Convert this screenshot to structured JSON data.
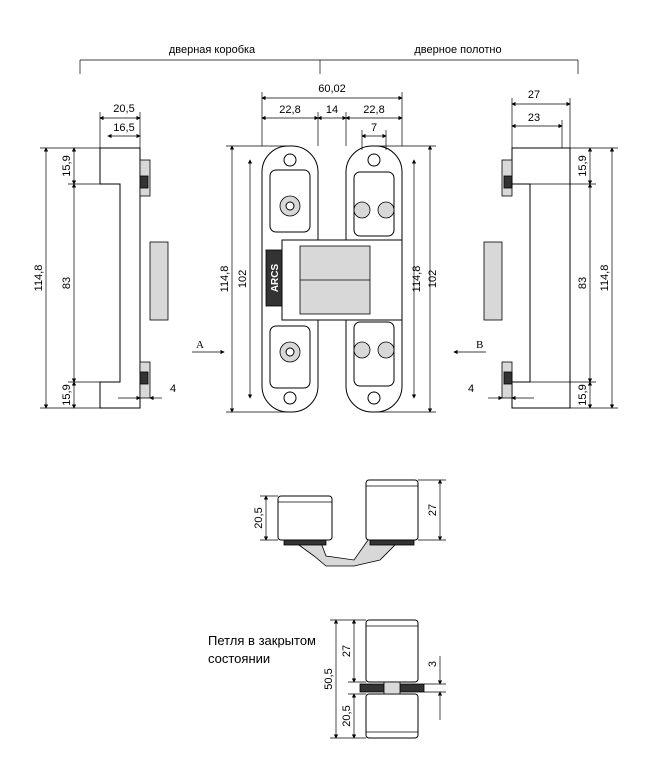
{
  "headers": {
    "door_frame": "дверная коробка",
    "door_leaf": "дверное полотно"
  },
  "brand": "ARCS",
  "view_markers": {
    "a": "A",
    "b": "B"
  },
  "closed_note": "Петля в закрытом состоянии",
  "dims": {
    "side_left_width": "20,5",
    "side_left_inner": "16,5",
    "side_left_top": "15,9",
    "side_left_mid": "83",
    "side_left_bottom": "15,9",
    "side_left_total": "114,8",
    "side_left_offset": "4",
    "front_total_width": "60,02",
    "front_left_part": "22,8",
    "front_gap": "14",
    "front_right_part": "22,8",
    "front_axis": "7",
    "front_left_total": "114,8",
    "front_left_inner": "102",
    "front_right_total": "114,8",
    "front_right_inner": "102",
    "side_right_width": "27",
    "side_right_inner": "23",
    "side_right_top": "15,9",
    "side_right_mid": "83",
    "side_right_bottom": "15,9",
    "side_right_total": "114,8",
    "side_right_offset": "4",
    "top_left_height": "20,5",
    "top_right_height": "27",
    "closed_total": "50,5",
    "closed_upper": "27",
    "closed_lower": "20,5",
    "closed_gap": "3"
  }
}
